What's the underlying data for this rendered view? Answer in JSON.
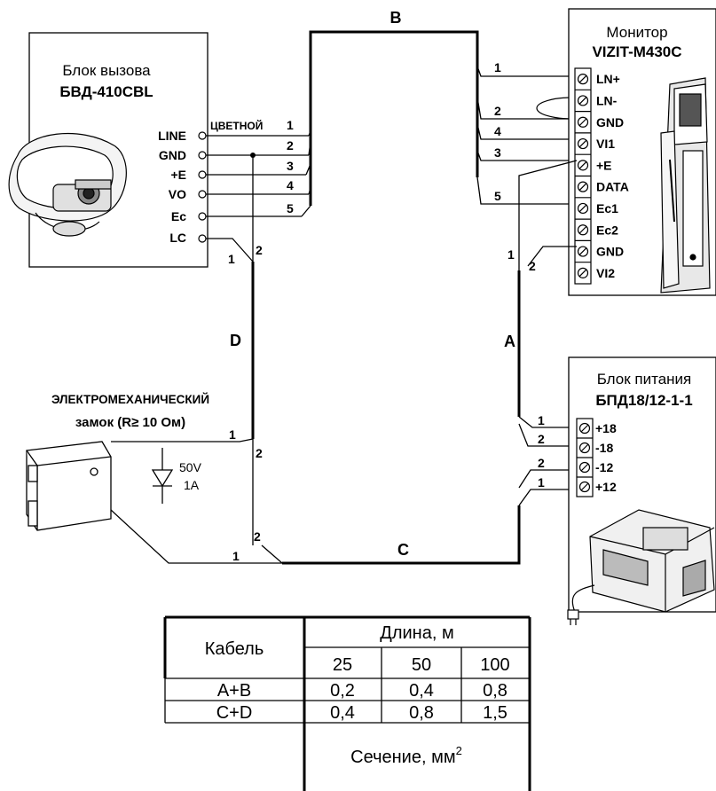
{
  "cables": {
    "A": "A",
    "B": "B",
    "C": "C",
    "D": "D"
  },
  "call_unit": {
    "title": "Блок вызова",
    "model": "БВД-410CBL",
    "terminals": [
      "LINE",
      "GND",
      "+E",
      "VO",
      "Ec",
      "LC"
    ],
    "color_label": "ЦВЕТНОЙ"
  },
  "monitor": {
    "title": "Монитор",
    "model": "VIZIT-M430C",
    "terminals": [
      "LN+",
      "LN-",
      "GND",
      "VI1",
      "+E",
      "DATA",
      "Ec1",
      "Ec2",
      "GND",
      "VI2"
    ]
  },
  "power_unit": {
    "title": "Блок питания",
    "model": "БПД18/12-1-1",
    "terminals": [
      "+18",
      "-18",
      "-12",
      "+12"
    ]
  },
  "lock": {
    "title_line1": "Электромеханический",
    "title_line2": "замок (R≥ 10 Ом)",
    "diode_v": "50V",
    "diode_a": "1A"
  },
  "wire_numbers": {
    "call_left": [
      "1",
      "2",
      "3",
      "4",
      "5"
    ],
    "monitor_left": [
      "1",
      "2",
      "4",
      "3",
      "5"
    ],
    "lc_1": "1",
    "lc_2": "2",
    "a_1": "1",
    "a_2": "2",
    "ps_1": "1",
    "ps_2": "2",
    "ps_3": "2",
    "ps_4": "1",
    "lock_1": "1",
    "lock_2": "2",
    "c_2": "2",
    "c_1": "1"
  },
  "table": {
    "header_cable": "Кабель",
    "header_length": "Длина, м",
    "lengths": [
      "25",
      "50",
      "100"
    ],
    "rows": [
      {
        "name": "A+B",
        "values": [
          "0,2",
          "0,4",
          "0,8"
        ]
      },
      {
        "name": "C+D",
        "values": [
          "0,4",
          "0,8",
          "1,5"
        ]
      }
    ],
    "footer": "Сечение, мм",
    "footer_sup": "2"
  }
}
